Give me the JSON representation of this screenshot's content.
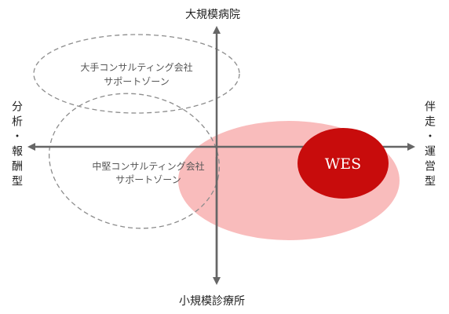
{
  "axes": {
    "top": "大規模病院",
    "bottom": "小規模診療所",
    "left": "分析・報酬型",
    "right": "伴走・運営型"
  },
  "zones": [
    {
      "lines": [
        "大手コンサルティング会社",
        "サポートゾーン"
      ]
    },
    {
      "lines": [
        "中堅コンサルティング会社",
        "サポートゾーン"
      ]
    }
  ],
  "highlight": {
    "label": "WES"
  },
  "colors": {
    "axis": "#666666",
    "zone_stroke": "#8c8c8c",
    "large_ellipse_fill": "#f9bcbc",
    "wes_fill": "#c80c0c",
    "wes_text": "#ffffff"
  }
}
